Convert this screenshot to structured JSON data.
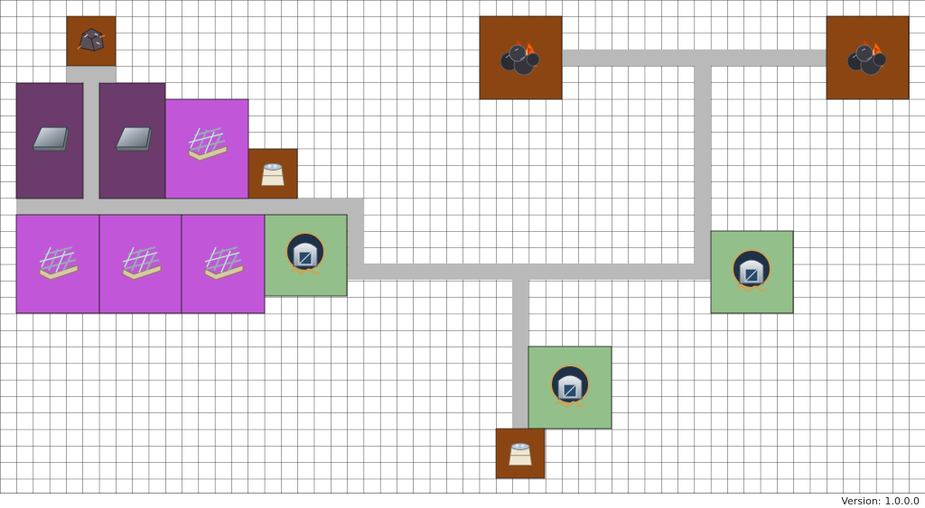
{
  "version": {
    "label": "Version:",
    "value": "1.0.0.0"
  },
  "colors": {
    "grid_line": "#1a1a1a",
    "conveyor": "#b9b9b9",
    "ore_tile": "#8b4513",
    "ingot_tile": "#6b3b6b",
    "mesh_tile": "#c157d8",
    "storage_tile": "#93c08a"
  },
  "buildings": [
    {
      "id": "raw-ore-node",
      "type": "ore-node",
      "icon": "raw-ore-icon"
    },
    {
      "id": "ingot-smelter-1",
      "type": "smelter",
      "icon": "iron-ingot-icon"
    },
    {
      "id": "ingot-smelter-2",
      "type": "smelter",
      "icon": "iron-ingot-icon"
    },
    {
      "id": "mesh-assembler-top",
      "type": "assembler",
      "icon": "wire-mesh-icon"
    },
    {
      "id": "sack-node-top",
      "type": "resource-node",
      "icon": "sack-icon"
    },
    {
      "id": "mesh-assembler-1",
      "type": "assembler",
      "icon": "wire-mesh-icon"
    },
    {
      "id": "mesh-assembler-2",
      "type": "assembler",
      "icon": "wire-mesh-icon"
    },
    {
      "id": "mesh-assembler-3",
      "type": "assembler",
      "icon": "wire-mesh-icon"
    },
    {
      "id": "storage-left",
      "type": "storage",
      "icon": "storage-gate-icon"
    },
    {
      "id": "coal-node-1",
      "type": "coal-node",
      "icon": "burning-coal-icon"
    },
    {
      "id": "coal-node-2",
      "type": "coal-node",
      "icon": "burning-coal-icon"
    },
    {
      "id": "storage-right",
      "type": "storage",
      "icon": "storage-gate-icon"
    },
    {
      "id": "storage-bottom",
      "type": "storage",
      "icon": "storage-gate-icon"
    },
    {
      "id": "sack-node-bottom",
      "type": "resource-node",
      "icon": "sack-icon"
    }
  ]
}
